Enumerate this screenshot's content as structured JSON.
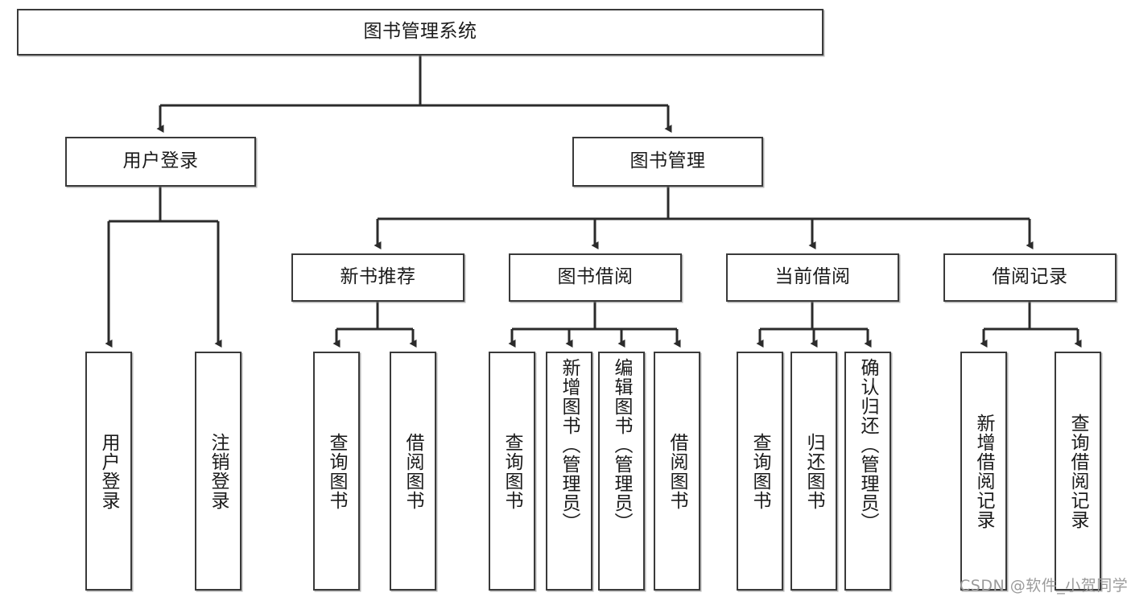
{
  "diagram": {
    "title": "图书管理系统",
    "type": "hierarchy-tree",
    "watermark": "CSDN @软件_小贺同学",
    "colors": {
      "box_border": "#3a3a3a",
      "box_fill": "#ffffff",
      "connector": "#2b2b2b",
      "text": "#1b1b1b",
      "watermark": "#9b9b9b"
    },
    "nodes": {
      "root": {
        "label": "图书管理系统",
        "level": 1
      },
      "level2": [
        {
          "id": "user-login",
          "label": "用户登录"
        },
        {
          "id": "book-management",
          "label": "图书管理"
        }
      ],
      "level3": [
        {
          "id": "new-book-recommend",
          "label": "新书推荐"
        },
        {
          "id": "book-borrow",
          "label": "图书借阅"
        },
        {
          "id": "current-borrow",
          "label": "当前借阅"
        },
        {
          "id": "borrow-record",
          "label": "借阅记录"
        }
      ],
      "leaves": {
        "user-login": [
          {
            "id": "leaf-user-login",
            "label": "用户登录"
          },
          {
            "id": "leaf-logout",
            "label": "注销登录"
          }
        ],
        "new-book-recommend": [
          {
            "id": "leaf-query-book-1",
            "label": "查询图书"
          },
          {
            "id": "leaf-borrow-book-1",
            "label": "借阅图书"
          }
        ],
        "book-borrow": [
          {
            "id": "leaf-query-book-2",
            "label": "查询图书"
          },
          {
            "id": "leaf-add-book",
            "label": "新增图书（管理员）"
          },
          {
            "id": "leaf-edit-book",
            "label": "编辑图书（管理员）"
          },
          {
            "id": "leaf-borrow-book-2",
            "label": "借阅图书"
          }
        ],
        "current-borrow": [
          {
            "id": "leaf-query-book-3",
            "label": "查询图书"
          },
          {
            "id": "leaf-return-book",
            "label": "归还图书"
          },
          {
            "id": "leaf-confirm-return",
            "label": "确认归还（管理员）"
          }
        ],
        "borrow-record": [
          {
            "id": "leaf-add-record",
            "label": "新增借阅记录"
          },
          {
            "id": "leaf-query-record",
            "label": "查询借阅记录"
          }
        ]
      }
    }
  }
}
